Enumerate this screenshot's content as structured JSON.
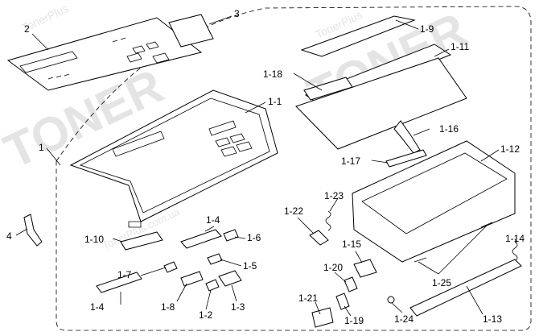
{
  "watermark": {
    "brand_big": "TONER",
    "brand_small": "TonerPlus",
    "url": "TonerPlus.com.ua"
  },
  "labels": {
    "p1": "1",
    "p1_1": "1-1",
    "p1_2": "1-2",
    "p1_3": "1-3",
    "p1_4a": "1-4",
    "p1_4b": "1-4",
    "p1_5": "1-5",
    "p1_6": "1-6",
    "p1_7": "1-7",
    "p1_8": "1-8",
    "p1_9": "1-9",
    "p1_10": "1-10",
    "p1_11": "1-11",
    "p1_12": "1-12",
    "p1_13": "1-13",
    "p1_14": "1-14",
    "p1_15": "1-15",
    "p1_16": "1-16",
    "p1_17": "1-17",
    "p1_18": "1-18",
    "p1_19": "1-19",
    "p1_20": "1-20",
    "p1_21": "1-21",
    "p1_22": "1-22",
    "p1_23": "1-23",
    "p1_24": "1-24",
    "p1_25": "1-25",
    "p2": "2",
    "p3": "3",
    "p4": "4"
  }
}
